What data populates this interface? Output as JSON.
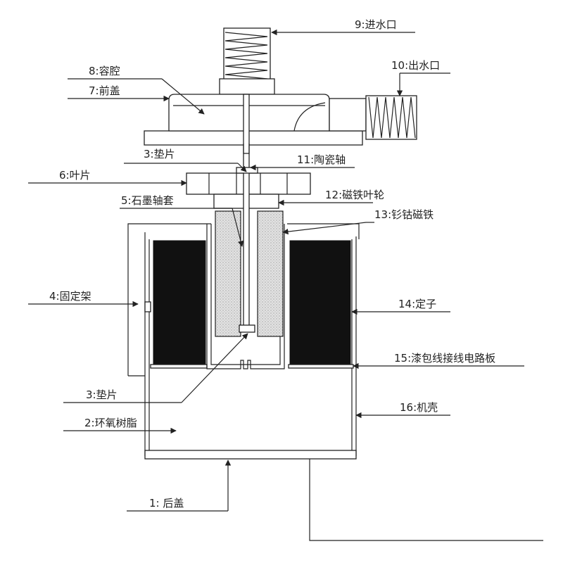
{
  "labels": {
    "inlet": "9:进水口",
    "outlet": "10:出水口",
    "chamber": "8:容腔",
    "front_cover": "7:前盖",
    "gasket_top": "3:垫片",
    "ceramic_shaft": "11:陶瓷轴",
    "blade": "6:叶片",
    "magnet_impeller": "12:磁铁叶轮",
    "graphite_bushing": "5:石墨轴套",
    "smco_magnet": "13:钐钴磁铁",
    "bracket": "4:固定架",
    "stator": "14:定子",
    "pcb": "15:漆包线接线电路板",
    "gasket_bottom": "3:垫片",
    "housing": "16:机壳",
    "epoxy": "2:环氧树脂",
    "rear_cover": "1: 后盖"
  },
  "colors": {
    "line": "#222222",
    "fill_dark": "#111111",
    "graphite": "#d9d9d9",
    "background": "#ffffff"
  }
}
